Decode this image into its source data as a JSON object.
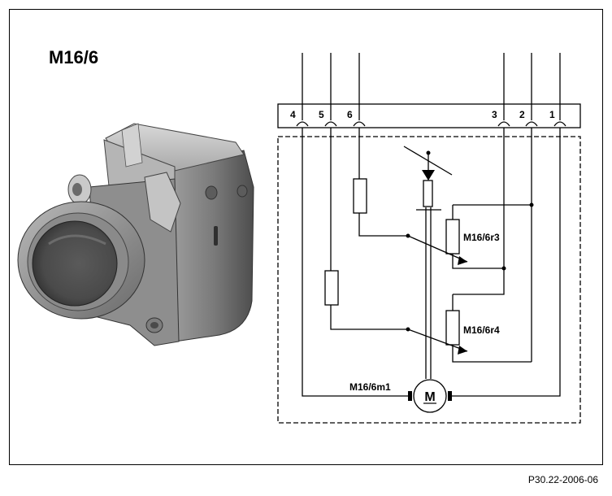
{
  "figure": {
    "title": "M16/6",
    "footer_code": "P30.22-2006-06"
  },
  "component_image": {
    "icon": "throttle-valve-actuator-icon"
  },
  "schematic": {
    "pins_left": [
      "4",
      "5",
      "6"
    ],
    "pins_right": [
      "3",
      "2",
      "1"
    ],
    "potentiometer_r3": "M16/6r3",
    "potentiometer_r4": "M16/6r4",
    "motor_label": "M16/6m1",
    "motor_symbol": "M"
  }
}
